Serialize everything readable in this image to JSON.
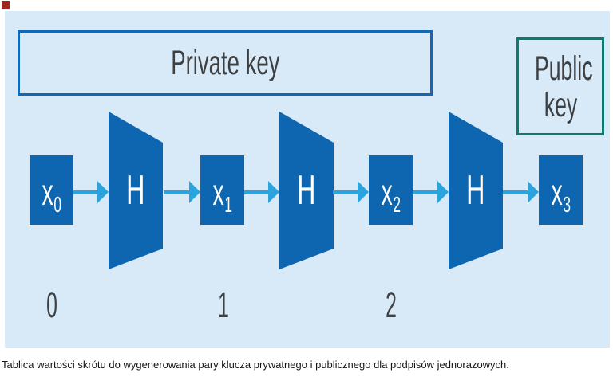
{
  "figure": {
    "private_key_label": "Private key",
    "public_key_label": "Public key",
    "hash_label": "H",
    "nodes": [
      {
        "base": "x",
        "sub": "0"
      },
      {
        "base": "x",
        "sub": "1"
      },
      {
        "base": "x",
        "sub": "2"
      },
      {
        "base": "x",
        "sub": "3"
      }
    ],
    "step_numbers": [
      "0",
      "1",
      "2"
    ],
    "colors": {
      "panel_bg": "#d8e9f7",
      "shape_blue": "#0d66af",
      "arrow_blue": "#2ba4de",
      "private_border": "#1467b2",
      "public_border": "#0d7a6f",
      "label_gray": "#3d4042",
      "marker_red": "#9e2720"
    }
  },
  "caption": {
    "text": "Tablica wartości skrótu do wygenerowania pary klucza prywatnego i publicznego dla podpisów jednorazowych."
  }
}
